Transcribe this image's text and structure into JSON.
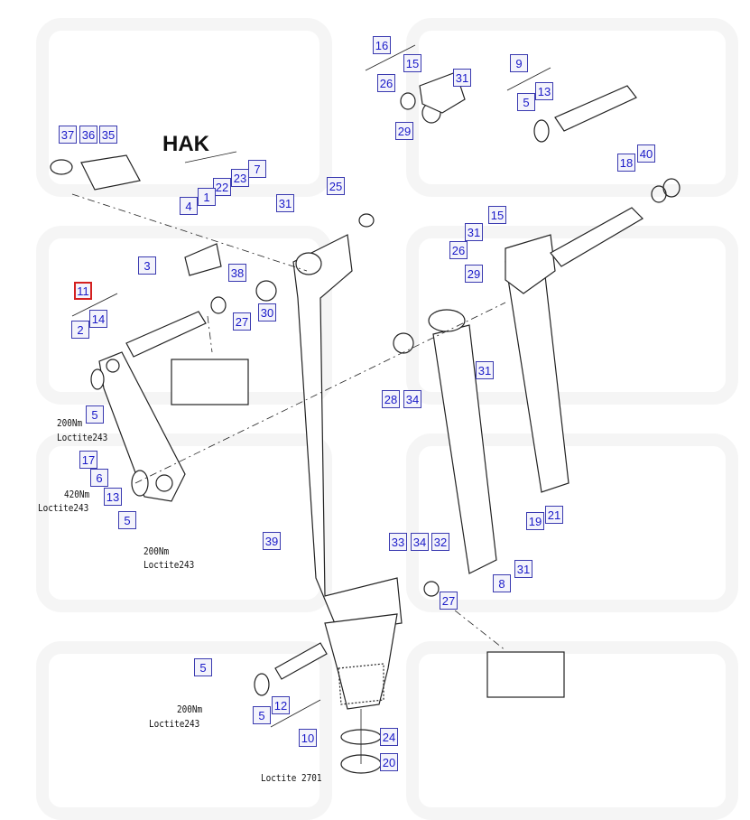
{
  "title": "HAK",
  "selected_callout": "11",
  "colors": {
    "callout_border": "#3a3ab0",
    "callout_text": "#1a1ac8",
    "selected_border": "#d42020"
  },
  "callouts": [
    "16",
    "15",
    "31",
    "26",
    "29",
    "9",
    "13",
    "5",
    "37",
    "36",
    "35",
    "7",
    "23",
    "22",
    "1",
    "4",
    "25",
    "31",
    "18",
    "40",
    "15",
    "31",
    "26",
    "29",
    "3",
    "38",
    "30",
    "27",
    "11",
    "2",
    "14",
    "5",
    "17",
    "6",
    "13",
    "5",
    "28",
    "34",
    "31",
    "39",
    "19",
    "21",
    "33",
    "34",
    "32",
    "31",
    "8",
    "27",
    "5",
    "12",
    "5",
    "10",
    "24",
    "20"
  ],
  "notes": {
    "n1a": "200Nm",
    "n1b": "Loctite243",
    "n2a": "420Nm",
    "n2b": "Loctite243",
    "n3a": "200Nm",
    "n3b": "Loctite243",
    "n4a": "200Nm",
    "n4b": "Loctite243",
    "n5": "Loctite 2701"
  }
}
